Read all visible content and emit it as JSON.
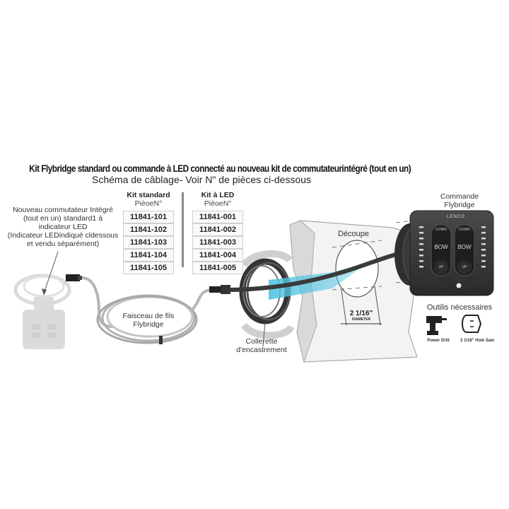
{
  "header": {
    "title": "Kit Flybridge standard ou commande à LED connecté au nouveau kit de commutateurintégré (tout en un)",
    "subtitle": "Schéma de câblage- Voir N\" de pièces ci-dessous"
  },
  "parts_table": {
    "standard": {
      "heading": "Kit standard",
      "subheading": "PièoeN°",
      "parts": [
        "11841-101",
        "11841-102",
        "11841-103",
        "11841-104",
        "11841-105"
      ]
    },
    "led": {
      "heading": "Kit à LED",
      "subheading": "PièoeN\"",
      "parts": [
        "11841-001",
        "11841-002",
        "11841-003",
        "11841-004",
        "11841-005"
      ]
    }
  },
  "labels": {
    "new_switch": [
      "Nouveau commutateur Intégré",
      "(tout en un) standard1 à",
      "indicateur LED",
      "(Indicateur LEDindiqué cldessous",
      "et vendu séparément)"
    ],
    "harness": [
      "Faisceau de fils",
      "Flybridge"
    ],
    "collar": [
      "Collerette",
      "d'encastrement"
    ],
    "cutout": "Découpe",
    "diameter_value": "2 1/16\"",
    "diameter_label": "DIAMETER",
    "flybridge_control": [
      "Commande",
      "Flybridge"
    ],
    "tools_heading": "Outilis nécessaires",
    "tool_drill": "Power Drill",
    "tool_holesaw": "2 1/16\" Hole Saw"
  },
  "control_panel": {
    "brand": "LENCO",
    "buttons": [
      {
        "top": "DOWN",
        "middle": "BOW",
        "bottom": "UP"
      },
      {
        "top": "DOWN",
        "middle": "BOW",
        "bottom": "UP"
      }
    ]
  },
  "colors": {
    "accent_beam": "#4fc3e0",
    "panel_dark": "#3a3a3a",
    "cable_gray": "#b5b5b5"
  }
}
